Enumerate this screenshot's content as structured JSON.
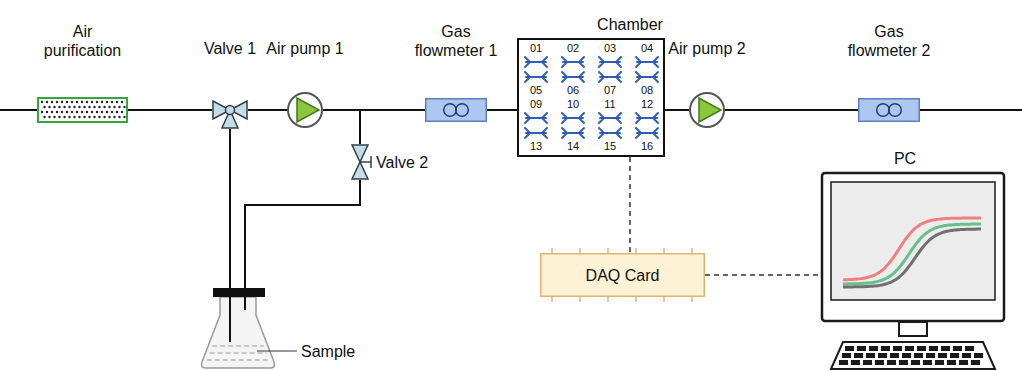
{
  "diagram": {
    "nodes": [
      {
        "text": [
          "Air purification"
        ]
      },
      {
        "text": [
          "Valve 1"
        ]
      },
      {
        "text": [
          "Air pump 1"
        ]
      },
      {
        "text": [
          "Valve 2"
        ]
      },
      {
        "text": [
          "Gas flowmeter 1"
        ]
      },
      {
        "text": [
          "Chamber"
        ]
      },
      {
        "text": [
          "01"
        ],
        "in": 5
      },
      {
        "text": [
          "02"
        ],
        "in": 5
      },
      {
        "text": [
          "03"
        ],
        "in": 5
      },
      {
        "text": [
          "04"
        ],
        "in": 5
      },
      {
        "text": [
          "05"
        ],
        "in": 5
      },
      {
        "text": [
          "06"
        ],
        "in": 5
      },
      {
        "text": [
          "07"
        ],
        "in": 5
      },
      {
        "text": [
          "08"
        ],
        "in": 5
      },
      {
        "text": [
          "09"
        ],
        "in": 5
      },
      {
        "text": [
          "10"
        ],
        "in": 5
      },
      {
        "text": [
          "11"
        ],
        "in": 5
      },
      {
        "text": [
          "12"
        ],
        "in": 5
      },
      {
        "text": [
          "13"
        ],
        "in": 5
      },
      {
        "text": [
          "14"
        ],
        "in": 5
      },
      {
        "text": [
          "15"
        ],
        "in": 5
      },
      {
        "text": [
          "16"
        ],
        "in": 5
      },
      {
        "text": [
          "Air pump 2"
        ]
      },
      {
        "text": [
          "Gas flowmeter 2"
        ]
      },
      {
        "text": [
          "DAQ Card"
        ]
      },
      {
        "text": [
          "PC"
        ]
      },
      {
        "text": [
          "Sample"
        ]
      }
    ],
    "edges": [
      {
        "from": 0,
        "to": 1,
        "arrow": "none"
      },
      {
        "from": 1,
        "to": 2,
        "arrow": "none"
      },
      {
        "from": 2,
        "to": 4,
        "arrow": "none"
      },
      {
        "from": 2,
        "to": 3,
        "arrow": "none"
      },
      {
        "from": 4,
        "to": 5,
        "arrow": "none"
      },
      {
        "from": 5,
        "to": 22,
        "arrow": "none"
      },
      {
        "from": 22,
        "to": 23,
        "arrow": "none"
      },
      {
        "from": 3,
        "to": 26,
        "arrow": "none"
      },
      {
        "from": 1,
        "to": 26,
        "arrow": "none"
      },
      {
        "from": 5,
        "to": 24,
        "arrow": "none"
      },
      {
        "from": 24,
        "to": 25,
        "arrow": "none"
      }
    ]
  }
}
